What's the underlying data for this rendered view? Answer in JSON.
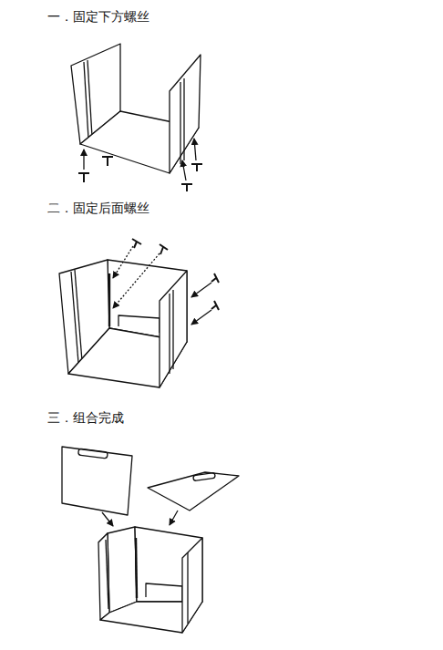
{
  "diagram": {
    "labels": [
      "一．固定下方螺丝",
      "二．固定后面螺丝",
      "三．组合完成"
    ]
  }
}
